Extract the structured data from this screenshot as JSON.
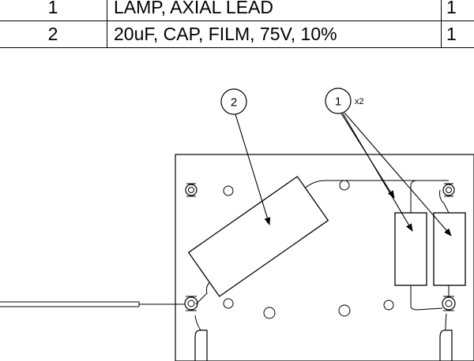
{
  "bom": {
    "rows": [
      {
        "item": "1",
        "description": "LAMP, AXIAL LEAD",
        "qty": "1"
      },
      {
        "item": "2",
        "description": "20uF, CAP, FILM, 75V, 10%",
        "qty": "1"
      }
    ]
  },
  "callouts": {
    "capacitor": {
      "number": "2"
    },
    "lamp": {
      "number": "1",
      "multiplier": "x2"
    }
  }
}
